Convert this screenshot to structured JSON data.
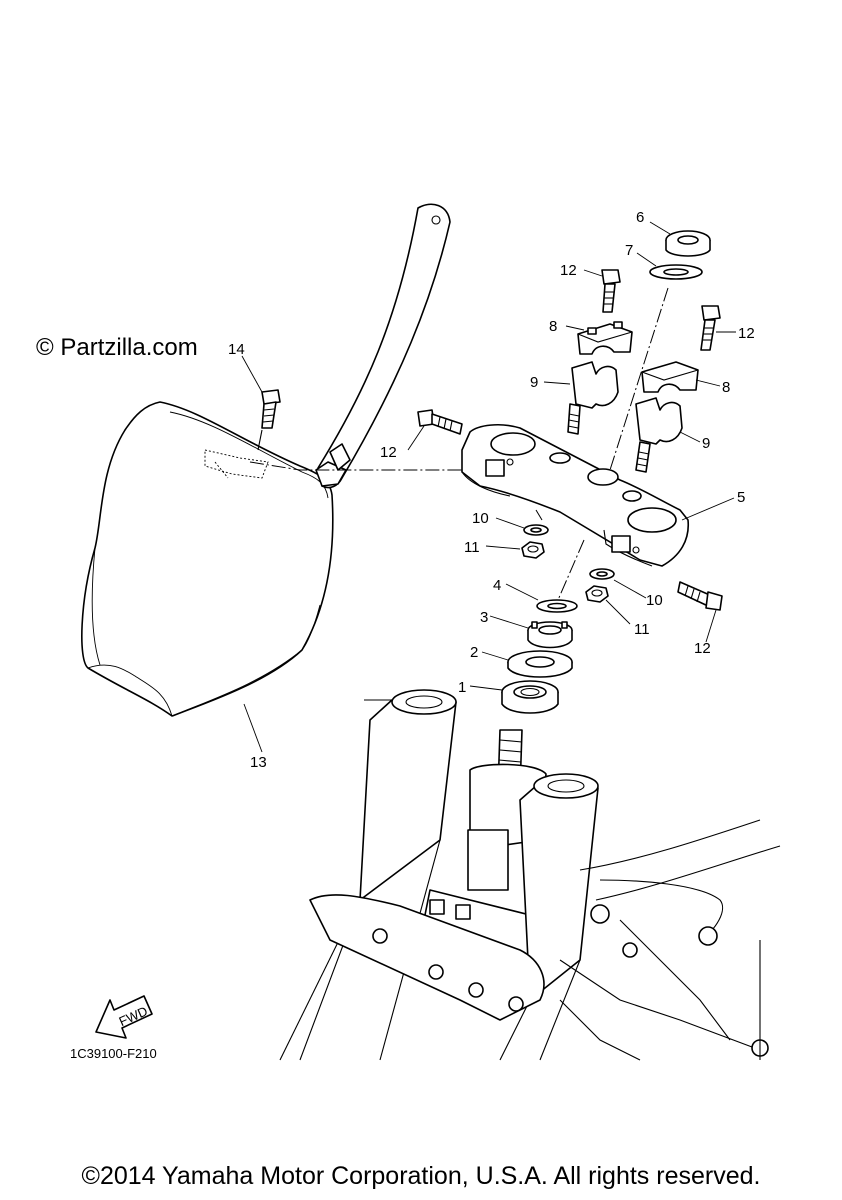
{
  "watermark": "© Partzilla.com",
  "callouts": {
    "c1": "1",
    "c2": "2",
    "c3": "3",
    "c4": "4",
    "c5": "5",
    "c6": "6",
    "c7": "7",
    "c8a": "8",
    "c8b": "8",
    "c9a": "9",
    "c9b": "9",
    "c10a": "10",
    "c10b": "10",
    "c11a": "11",
    "c11b": "11",
    "c12a": "12",
    "c12b": "12",
    "c12c": "12",
    "c12d": "12",
    "c13": "13",
    "c14": "14"
  },
  "fwd_label": "FWD",
  "diagram_code": "1C39100-F210",
  "copyright": "©2014 Yamaha Motor Corporation, U.S.A. All rights reserved."
}
